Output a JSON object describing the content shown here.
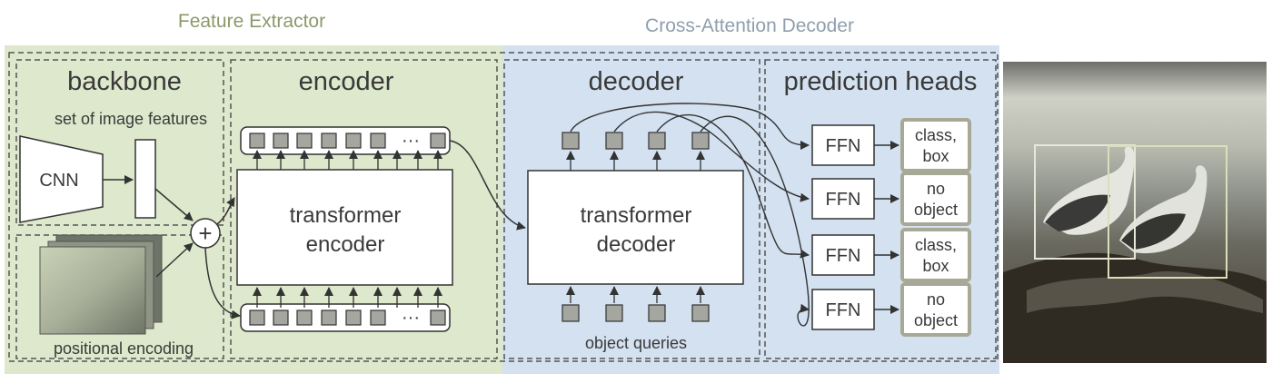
{
  "groups": {
    "feature_extractor": "Feature Extractor",
    "decoder_group": "Cross-Attention Decoder"
  },
  "backbone": {
    "title": "backbone",
    "features_label": "set of image features",
    "cnn_label": "CNN",
    "pos_label": "positional encoding",
    "add_symbol": "+"
  },
  "encoder": {
    "title": "encoder",
    "block_line1": "transformer",
    "block_line2": "encoder",
    "ellipsis": "···"
  },
  "decoder": {
    "title": "decoder",
    "block_line1": "transformer",
    "block_line2": "decoder",
    "queries_label": "object queries"
  },
  "heads": {
    "title": "prediction heads",
    "ffn_label": "FFN",
    "outputs": [
      {
        "line1": "class,",
        "line2": "box"
      },
      {
        "line1": "no",
        "line2": "object"
      },
      {
        "line1": "class,",
        "line2": "box"
      },
      {
        "line1": "no",
        "line2": "object"
      }
    ]
  },
  "colors": {
    "green_bg": "#dde8cc",
    "blue_bg": "#d3e1f0",
    "token": "#a6a6a0",
    "head_out_border": "#a8a896"
  }
}
